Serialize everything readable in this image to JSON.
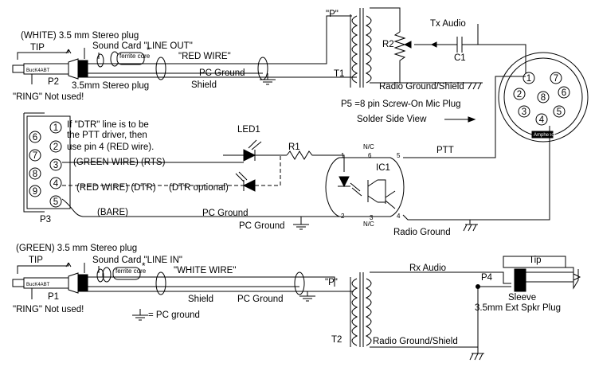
{
  "top": {
    "white_plug": "(WHITE) 3.5 mm Stereo plug",
    "tip": "TIP",
    "line_out": "Sound Card \"LINE OUT\"",
    "ferrite": "ferrite core",
    "red_wire": "\"RED WIRE\"",
    "asterisk": "*",
    "p_label": "\"P\"",
    "r2": "R2",
    "tx_audio": "Tx Audio",
    "c1": "C1",
    "p2": "P2",
    "stereo_plug": "3.5mm Stereo plug",
    "pc_ground": "PC Ground",
    "shield": "Shield",
    "t1": "T1",
    "radio_ground_shield": "Radio Ground/Shield",
    "ring_not_used": "\"RING\" Not used!",
    "plug_brand": "BucK4ABT"
  },
  "mic_plug": {
    "p5_text": "P5 =8 pin Screw-On Mic Plug",
    "solder_side": "Solder Side View",
    "pins": [
      "1",
      "2",
      "3",
      "4",
      "5",
      "6",
      "7",
      "8"
    ],
    "maker": "Amphenol"
  },
  "middle": {
    "dtr_note_1": "If \"DTR\" line is to be",
    "dtr_note_2": "the PTT driver, then",
    "dtr_note_3": "use pin 4 (RED wire).",
    "led1": "LED1",
    "r1": "R1",
    "green_wire_rts": "(GREEN WIRE) (RTS)",
    "red_wire_dtr": "(RED WIRE) (DTR)",
    "dtr_optional": "(DTR optional)",
    "bare": "(BARE)",
    "pc_ground": "PC Ground",
    "pc_ground_2": "PC Ground",
    "p3": "P3",
    "ic1": "IC1",
    "ptt": "PTT",
    "nc": "N/C",
    "radio_ground": "Radio Ground",
    "db9_pins": [
      "1",
      "2",
      "3",
      "4",
      "5",
      "6",
      "7",
      "8",
      "9"
    ],
    "ic_pins": [
      "1",
      "2",
      "3",
      "4",
      "5",
      "6"
    ]
  },
  "bottom": {
    "green_plug": "(GREEN) 3.5 mm Stereo plug",
    "tip": "TIP",
    "line_in": "Sound Card \"LINE IN\"",
    "ferrite": "ferrite core",
    "asterisk": "*",
    "white_wire": "\"WHITE WIRE\"",
    "rx_audio": "Rx Audio",
    "tip_right": "Tip",
    "p_label": "\"P\"",
    "p1": "P1",
    "p4": "P4",
    "sleeve": "Sleeve",
    "ext_spkr": "3.5mm Ext Spkr Plug",
    "shield": "Shield",
    "pc_ground": "PC Ground",
    "ring_not_used": "\"RING\" Not used!",
    "pc_ground_legend": "= PC ground",
    "t2": "T2",
    "radio_ground_shield": "Radio Ground/Shield",
    "plug_brand": "BucK4ABT"
  }
}
